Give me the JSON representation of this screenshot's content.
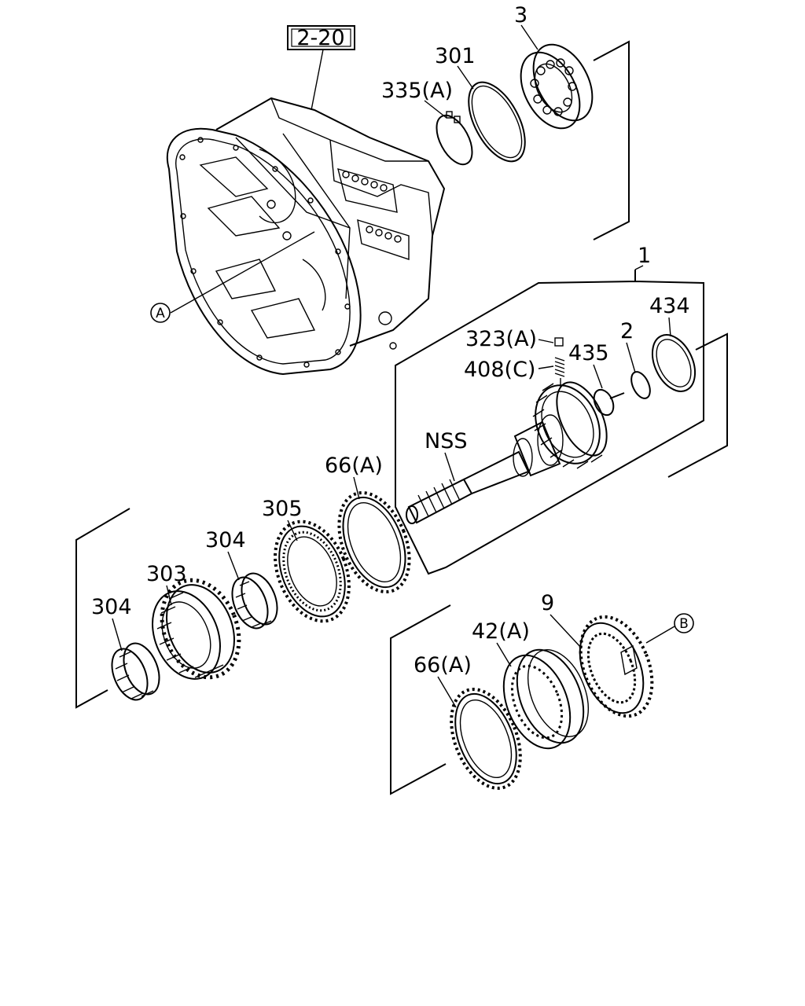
{
  "reference_box": "2-20",
  "circle_markers": {
    "a": "A",
    "b": "B"
  },
  "labels": {
    "p3": "3",
    "p301": "301",
    "p335a": "335(A)",
    "p1": "1",
    "p434": "434",
    "p2": "2",
    "p435": "435",
    "p323a": "323(A)",
    "p408c": "408(C)",
    "nss": "NSS",
    "p66a_top": "66(A)",
    "p305": "305",
    "p304_mid": "304",
    "p303": "303",
    "p304_left": "304",
    "p9": "9",
    "p42a": "42(A)",
    "p66a_bottom": "66(A)"
  }
}
